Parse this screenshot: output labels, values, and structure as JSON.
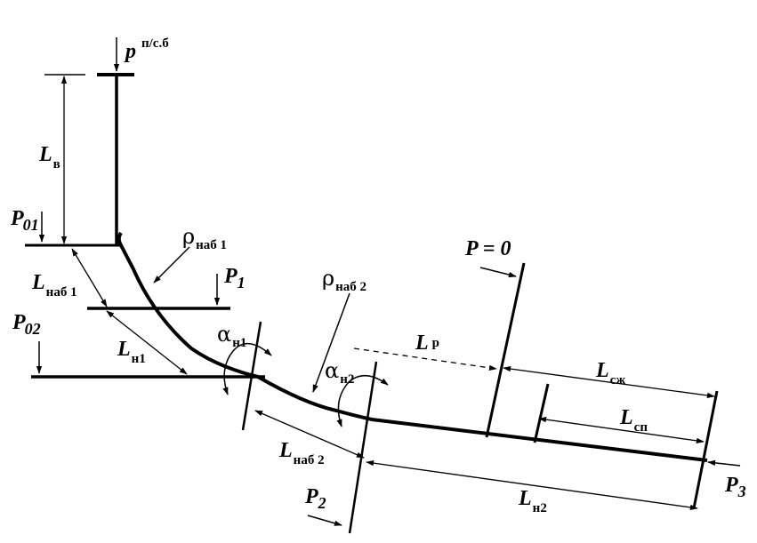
{
  "labels": {
    "p_top": {
      "main": "p",
      "sub": "п/с.б"
    },
    "L_v": {
      "main": "L",
      "sub": "в"
    },
    "P01": {
      "main": "P",
      "sub": "01"
    },
    "rho1": {
      "main": "ρ",
      "sub": "наб 1"
    },
    "L_nab1": {
      "main": "L",
      "sub": "наб 1"
    },
    "P1": {
      "main": "P",
      "sub": "1"
    },
    "P02": {
      "main": "P",
      "sub": "02"
    },
    "L_n1": {
      "main": "L",
      "sub": "н1"
    },
    "alpha1": {
      "main": "α",
      "sub": "н1"
    },
    "rho2": {
      "main": "ρ",
      "sub": "наб 2"
    },
    "alpha2": {
      "main": "α",
      "sub": "н2"
    },
    "P_zero": "P = 0",
    "L_r": {
      "main": "L",
      "sub": "р"
    },
    "L_szh": {
      "main": "L",
      "sub": "сж"
    },
    "L_sp": {
      "main": "L",
      "sub": "сп"
    },
    "L_nab2": {
      "main": "L",
      "sub": "наб 2"
    },
    "P2": {
      "main": "P",
      "sub": "2"
    },
    "L_n2": {
      "main": "L",
      "sub": "н2"
    },
    "P3": {
      "main": "P",
      "sub": "3"
    }
  }
}
